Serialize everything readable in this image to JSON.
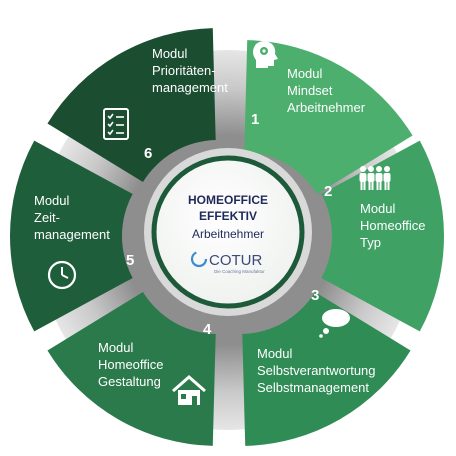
{
  "center": {
    "title_line1": "HOMEOFFICE",
    "title_line2": "EFFEKTIV",
    "subtitle": "Arbeitnehmer",
    "logo_text": "COTUR",
    "logo_tagline": "Die Coaching Manufaktur"
  },
  "modules": [
    {
      "number": "1",
      "lines": [
        "Modul",
        "Mindset",
        "Arbeitnehmer"
      ],
      "color": "#4caf6e",
      "icon": "head-gears-icon"
    },
    {
      "number": "2",
      "lines": [
        "Modul",
        "Homeoffice",
        "Typ"
      ],
      "color": "#3fa164",
      "icon": "people-group-icon"
    },
    {
      "number": "3",
      "lines": [
        "Modul",
        "Selbstverantwortung",
        "Selbstmanagement"
      ],
      "color": "#2f8c55",
      "icon": "thought-bubble-icon"
    },
    {
      "number": "4",
      "lines": [
        "Modul",
        "Homeoffice",
        "Gestaltung"
      ],
      "color": "#2b7a4c",
      "icon": "house-icon"
    },
    {
      "number": "5",
      "lines": [
        "Modul",
        "Zeit-",
        "management"
      ],
      "color": "#1f5e3b",
      "icon": "clock-icon"
    },
    {
      "number": "6",
      "lines": [
        "Modul",
        "Prioritäten-",
        "management"
      ],
      "color": "#1b4d31",
      "icon": "checklist-icon"
    }
  ],
  "colors": {
    "gray_ring": "#b8b8b8",
    "center_border": "#1d5a3a"
  }
}
